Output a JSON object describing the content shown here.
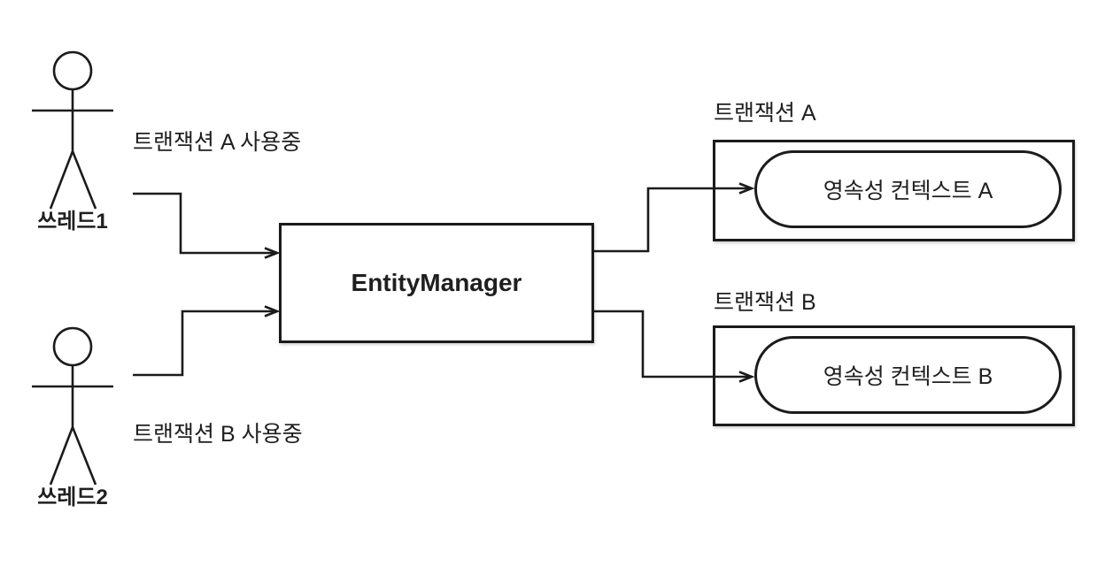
{
  "actors": [
    {
      "name": "쓰레드1",
      "status": "트랜잭션 A 사용중"
    },
    {
      "name": "쓰레드2",
      "status": "트랜잭션 B 사용중"
    }
  ],
  "entity_manager": {
    "label": "EntityManager"
  },
  "transactions": [
    {
      "title": "트랜잭션 A",
      "context": "영속성 컨텍스트 A"
    },
    {
      "title": "트랜잭션 B",
      "context": "영속성 컨텍스트 B"
    }
  ],
  "colors": {
    "line": "#1b1b1b",
    "text": "#1f1f1f",
    "background": "#ffffff"
  }
}
